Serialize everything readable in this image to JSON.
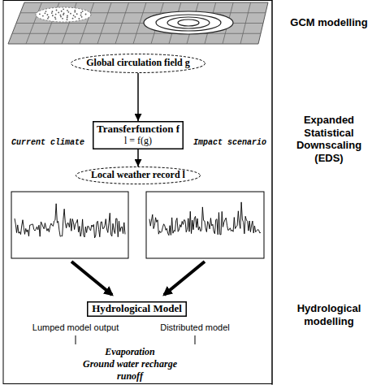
{
  "diagram": {
    "nodes": [
      {
        "text": [
          "Global circulation field g"
        ]
      },
      {
        "text": [
          "Transferfunction f",
          "l = f(g)"
        ]
      },
      {
        "text": [
          "Local weather record l"
        ]
      },
      {
        "text": [
          "Hydrological Model"
        ]
      }
    ],
    "edges": [
      {
        "from": 0,
        "to": 1,
        "arrow": "to"
      },
      {
        "from": 1,
        "to": 2,
        "arrow": "to"
      }
    ],
    "labels": [
      "GCM modelling",
      "Expanded Statistical Downscaling (EDS)",
      "Hydrological modelling",
      "Current climate",
      "Impact scenario",
      "Lumped model output",
      "Distributed model",
      "Evaporation",
      "Ground water recharge",
      "runoff"
    ]
  }
}
